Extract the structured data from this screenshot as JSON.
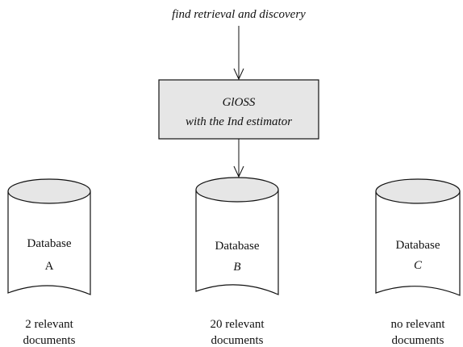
{
  "query_label": "find retrieval  and discovery",
  "engine": {
    "title": "GlOSS",
    "subtitle": "with the Ind estimator"
  },
  "databases": [
    {
      "label": "Database",
      "letter": "A",
      "caption_line1": "2 relevant",
      "caption_line2": "documents"
    },
    {
      "label": "Database",
      "letter": "B",
      "caption_line1": "20  relevant",
      "caption_line2": "documents"
    },
    {
      "label": "Database",
      "letter": "C",
      "caption_line1": "no relevant",
      "caption_line2": "documents"
    }
  ],
  "colors": {
    "box_fill": "#e6e6e6",
    "db_top_fill": "#e6e6e6",
    "stroke": "#111111"
  }
}
